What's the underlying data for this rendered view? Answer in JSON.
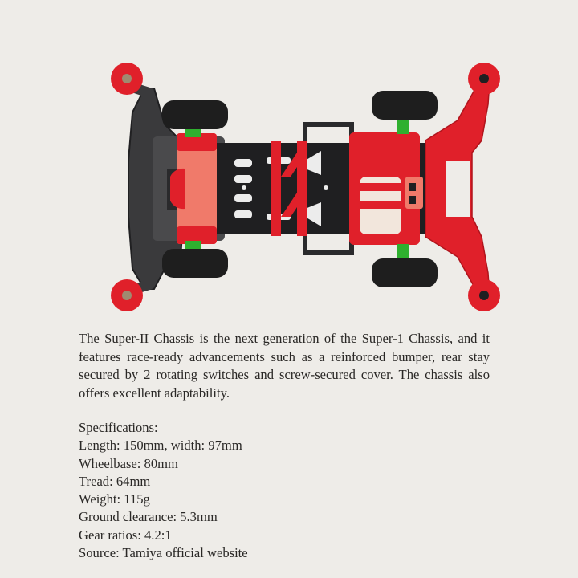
{
  "product_image": {
    "alt": "Top-down view of Super-II Chassis mini 4WD car with red bumpers, black frame, black tires with green hubs",
    "colors": {
      "red": "#e0202a",
      "salmon": "#f07a6a",
      "dark_frame": "#2e2e30",
      "gray_frame": "#4a4a4c",
      "tire": "#1e1e1e",
      "hub": "#2fb02f"
    }
  },
  "description": {
    "text": "The Super-II Chassis is the next generation of the Super-1 Chassis, and it features race-ready advancements such as a reinforced bumper, rear stay secured by 2 rotating switches and screw-secured cover. The chassis also offers excellent adaptability."
  },
  "specs": {
    "heading": "Specifications:",
    "items": [
      "Length: 150mm, width: 97mm",
      "Wheelbase: 80mm",
      "Tread: 64mm",
      "Weight: 115g",
      "Ground clearance: 5.3mm",
      "Gear ratios: 4.2:1",
      "Source: Tamiya official website"
    ]
  },
  "theme": {
    "background": "#eeece8",
    "text": "#2a2826"
  }
}
